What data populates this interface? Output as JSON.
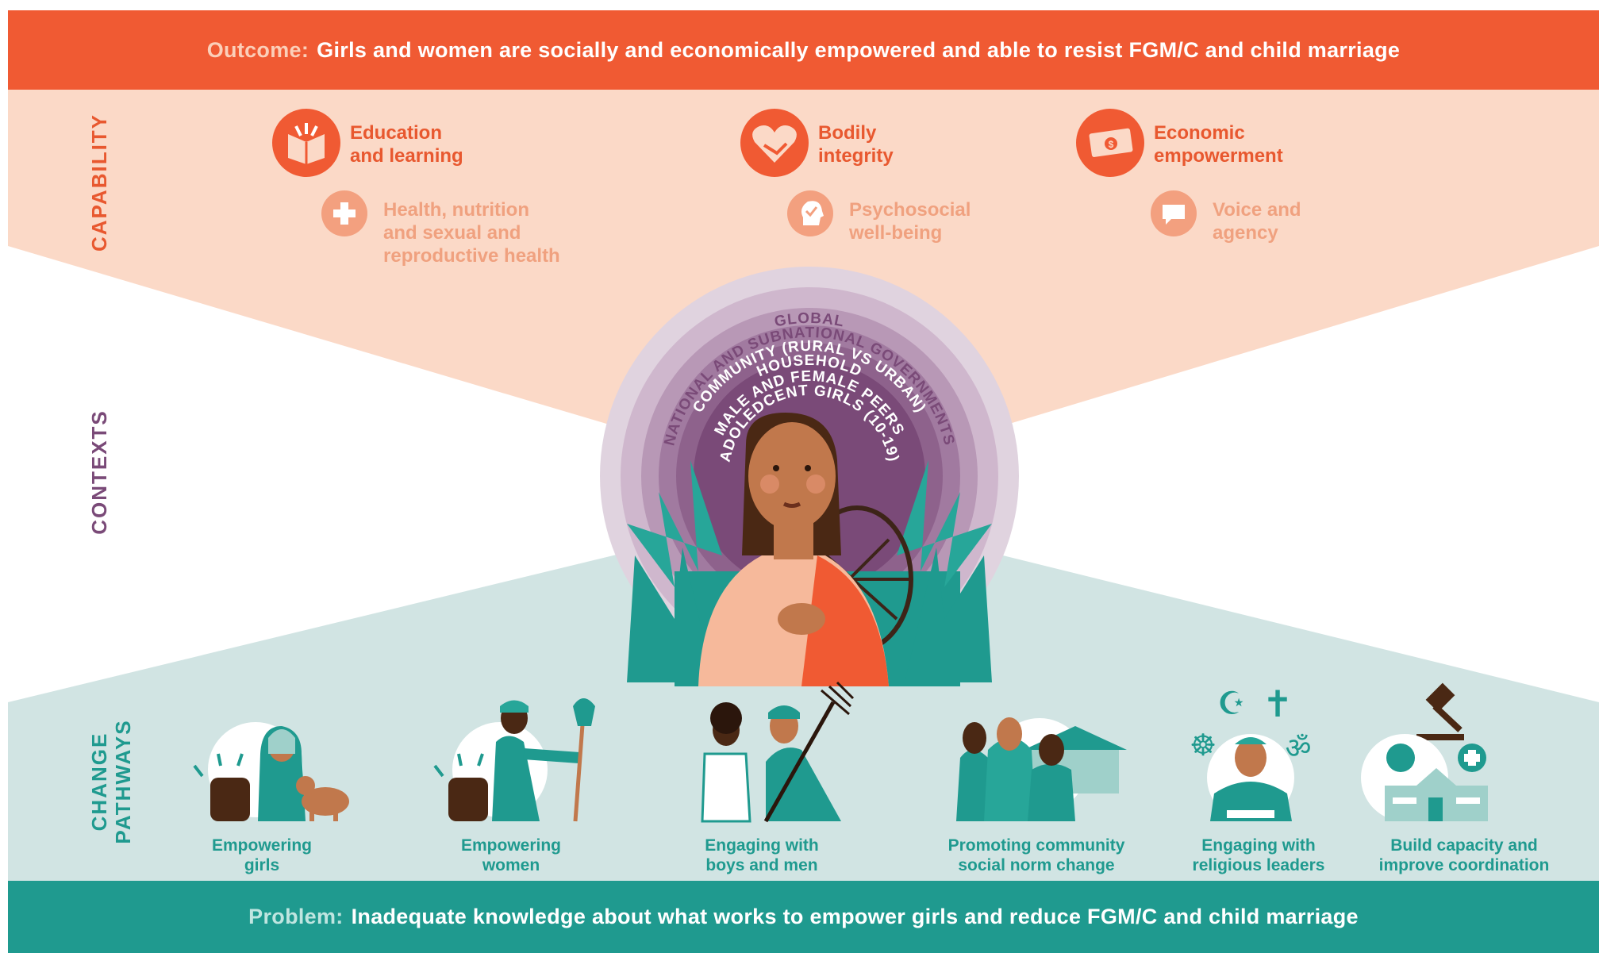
{
  "outcome": {
    "lead": "Outcome:",
    "text": "Girls and women are socially and economically empowered and able to resist FGM/C and child marriage"
  },
  "problem": {
    "lead": "Problem:",
    "text": "Inadequate knowledge about what works to empower girls and reduce FGM/C and child marriage"
  },
  "side_labels": {
    "capability": "CAPABILITY",
    "contexts": "CONTEXTS",
    "change_pathways_line1": "CHANGE",
    "change_pathways_line2": "PATHWAYS"
  },
  "capabilities": {
    "primary": [
      {
        "line1": "Education",
        "line2": "and learning",
        "icon": "open-book-icon"
      },
      {
        "line1": "Bodily",
        "line2": "integrity",
        "icon": "heart-handshake-icon"
      },
      {
        "line1": "Economic",
        "line2": "empowerment",
        "icon": "money-icon"
      }
    ],
    "secondary": [
      {
        "line1": "Health, nutrition",
        "line2": "and sexual and",
        "line3": "reproductive health",
        "icon": "medical-cross-icon"
      },
      {
        "line1": "Psychosocial",
        "line2": "well-being",
        "icon": "head-check-icon"
      },
      {
        "line1": "Voice and",
        "line2": "agency",
        "icon": "speech-bubble-icon"
      }
    ]
  },
  "context_rings": [
    "GLOBAL",
    "NATIONAL AND SUBNATIONAL GOVERNMENTS",
    "COMMUNITY (RURAL VS URBAN)",
    "HOUSEHOLD",
    "MALE AND FEMALE PEERS",
    "ADOLEDCENT GIRLS (10-19)"
  ],
  "pathways": [
    {
      "line1": "Empowering",
      "line2": "girls",
      "icon": "girl-fist-goat-icon"
    },
    {
      "line1": "Empowering",
      "line2": "women",
      "icon": "woman-shovel-icon"
    },
    {
      "line1": "Engaging with",
      "line2": "boys and men",
      "icon": "boy-man-pitchfork-icon"
    },
    {
      "line1": "Promoting community",
      "line2": "social norm change",
      "icon": "community-group-icon"
    },
    {
      "line1": "Engaging with",
      "line2": "religious leaders",
      "icon": "religious-leader-icon"
    },
    {
      "line1": "Build capacity and",
      "line2": "improve coordination",
      "icon": "gavel-building-icon"
    }
  ],
  "colors": {
    "orange": "#f05a33",
    "peach": "#fbd9c7",
    "teal": "#1f9a8f",
    "light_teal": "#d1e4e3",
    "purple": "#7a4a78",
    "skin": "#c1784c"
  }
}
